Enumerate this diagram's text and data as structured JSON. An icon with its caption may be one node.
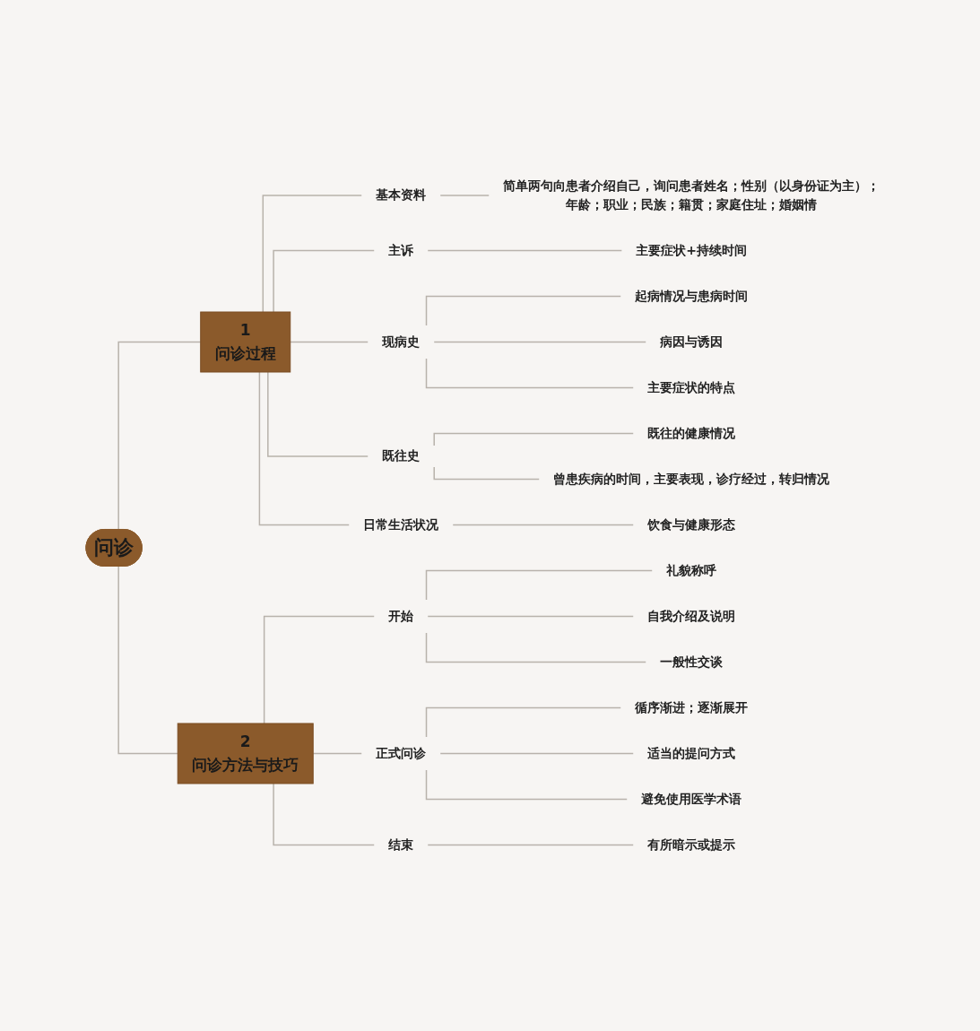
{
  "diagram": {
    "nodes": [
      {
        "text": [
          "问诊"
        ]
      },
      {
        "text": [
          "1",
          "问诊过程"
        ]
      },
      {
        "text": [
          "基本资料"
        ]
      },
      {
        "text": [
          "简单两句向患者介绍自己，询问患者姓名；性别（以身份证为主）；年龄；职业；民族；籍贯；家庭住址；婚姻情"
        ]
      },
      {
        "text": [
          "主诉"
        ]
      },
      {
        "text": [
          "主要症状+持续时间"
        ]
      },
      {
        "text": [
          "现病史"
        ]
      },
      {
        "text": [
          "起病情况与患病时间"
        ]
      },
      {
        "text": [
          "病因与诱因"
        ]
      },
      {
        "text": [
          "主要症状的特点"
        ]
      },
      {
        "text": [
          "既往史"
        ]
      },
      {
        "text": [
          "既往的健康情况"
        ]
      },
      {
        "text": [
          "曾患疾病的时间，主要表现，诊疗经过，转归情况"
        ]
      },
      {
        "text": [
          "日常生活状况"
        ]
      },
      {
        "text": [
          "饮食与健康形态"
        ]
      },
      {
        "text": [
          "2",
          "问诊方法与技巧"
        ]
      },
      {
        "text": [
          "开始"
        ]
      },
      {
        "text": [
          "礼貌称呼"
        ]
      },
      {
        "text": [
          "自我介绍及说明"
        ]
      },
      {
        "text": [
          "一般性交谈"
        ]
      },
      {
        "text": [
          "正式问诊"
        ]
      },
      {
        "text": [
          "循序渐进；逐渐展开"
        ]
      },
      {
        "text": [
          "适当的提问方式"
        ]
      },
      {
        "text": [
          "避免使用医学术语"
        ]
      },
      {
        "text": [
          "结束"
        ]
      },
      {
        "text": [
          "有所暗示或提示"
        ]
      }
    ],
    "edges": [
      {
        "from": 0,
        "to": 1,
        "arrow": "none"
      },
      {
        "from": 1,
        "to": 2,
        "arrow": "none"
      },
      {
        "from": 2,
        "to": 3,
        "arrow": "none"
      },
      {
        "from": 1,
        "to": 4,
        "arrow": "none"
      },
      {
        "from": 4,
        "to": 5,
        "arrow": "none"
      },
      {
        "from": 1,
        "to": 6,
        "arrow": "none"
      },
      {
        "from": 6,
        "to": 7,
        "arrow": "none"
      },
      {
        "from": 6,
        "to": 8,
        "arrow": "none"
      },
      {
        "from": 6,
        "to": 9,
        "arrow": "none"
      },
      {
        "from": 1,
        "to": 10,
        "arrow": "none"
      },
      {
        "from": 10,
        "to": 11,
        "arrow": "none"
      },
      {
        "from": 10,
        "to": 12,
        "arrow": "none"
      },
      {
        "from": 1,
        "to": 13,
        "arrow": "none"
      },
      {
        "from": 13,
        "to": 14,
        "arrow": "none"
      },
      {
        "from": 0,
        "to": 15,
        "arrow": "none"
      },
      {
        "from": 15,
        "to": 16,
        "arrow": "none"
      },
      {
        "from": 16,
        "to": 17,
        "arrow": "none"
      },
      {
        "from": 16,
        "to": 18,
        "arrow": "none"
      },
      {
        "from": 16,
        "to": 19,
        "arrow": "none"
      },
      {
        "from": 15,
        "to": 20,
        "arrow": "none"
      },
      {
        "from": 20,
        "to": 21,
        "arrow": "none"
      },
      {
        "from": 20,
        "to": 22,
        "arrow": "none"
      },
      {
        "from": 20,
        "to": 23,
        "arrow": "none"
      },
      {
        "from": 15,
        "to": 24,
        "arrow": "none"
      },
      {
        "from": 24,
        "to": 25,
        "arrow": "none"
      }
    ]
  }
}
